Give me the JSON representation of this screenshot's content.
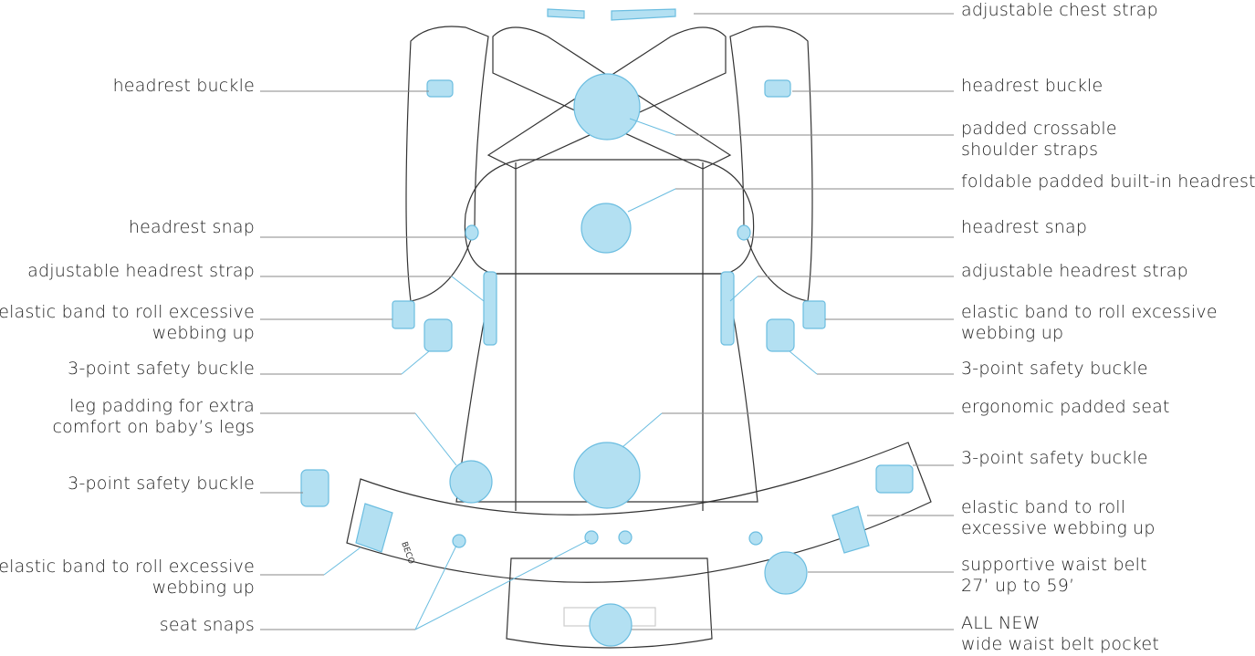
{
  "colors": {
    "accent": "#b3e0f2",
    "leader_blue": "#6bbde0",
    "leader_gray": "#888888",
    "outline": "#333333"
  },
  "logo": "BECO",
  "labels_left": [
    {
      "lines": [
        "headrest buckle"
      ]
    },
    {
      "lines": [
        "headrest snap"
      ]
    },
    {
      "lines": [
        "adjustable headrest strap"
      ]
    },
    {
      "lines": [
        "elastic band to roll excessive",
        "webbing up"
      ]
    },
    {
      "lines": [
        "3-point safety buckle"
      ]
    },
    {
      "lines": [
        "leg padding for extra",
        "comfort on baby’s legs"
      ]
    },
    {
      "lines": [
        "3-point safety buckle"
      ]
    },
    {
      "lines": [
        "elastic band to roll excessive",
        "webbing up"
      ]
    },
    {
      "lines": [
        "seat snaps"
      ]
    }
  ],
  "labels_right": [
    {
      "lines": [
        "adjustable chest strap"
      ]
    },
    {
      "lines": [
        "headrest buckle"
      ]
    },
    {
      "lines": [
        "padded crossable",
        "shoulder straps"
      ]
    },
    {
      "lines": [
        "foldable padded built-in headrest"
      ]
    },
    {
      "lines": [
        "headrest snap"
      ]
    },
    {
      "lines": [
        "adjustable headrest strap"
      ]
    },
    {
      "lines": [
        "elastic band to roll excessive",
        "webbing up"
      ]
    },
    {
      "lines": [
        "3-point safety buckle"
      ]
    },
    {
      "lines": [
        "ergonomic padded seat"
      ]
    },
    {
      "lines": [
        "3-point safety buckle"
      ]
    },
    {
      "lines": [
        "elastic band to roll",
        "excessive webbing up"
      ]
    },
    {
      "lines": [
        "supportive waist belt",
        "27’ up to 59’"
      ]
    },
    {
      "lines": [
        "ALL NEW",
        "wide waist belt pocket"
      ]
    }
  ]
}
